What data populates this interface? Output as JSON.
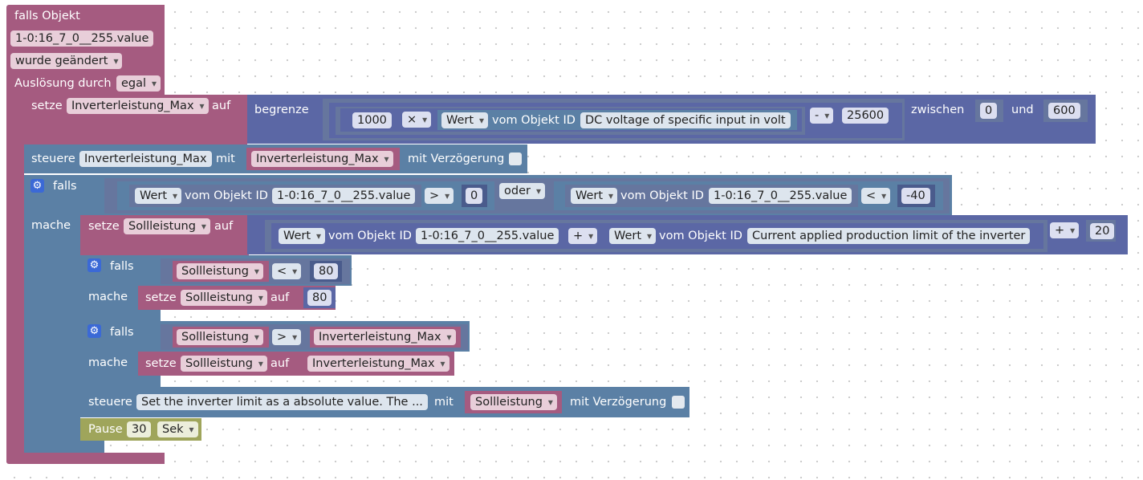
{
  "trigger": {
    "header": "falls Objekt",
    "object_id": "1-0:16_7_0__255.value",
    "event": "wurde geändert",
    "ausloesung_label": "Auslösung durch",
    "ausloesung_value": "egal"
  },
  "set_max": {
    "setze": "setze",
    "var": "Inverterleistung_Max",
    "auf": "auf",
    "begrenze": "begrenze",
    "num1000": "1000",
    "times": "×",
    "wert": "Wert",
    "vom_objekt": "vom Objekt ID",
    "dc_id": "DC voltage of specific input in volt",
    "minus": "-",
    "num25600": "25600",
    "zwischen": "zwischen",
    "low": "0",
    "und": "und",
    "high": "600"
  },
  "steuere1": {
    "label": "steuere",
    "target": "Inverterleistung_Max",
    "mit": "mit",
    "value": "Inverterleistung_Max",
    "delay": "mit Verzögerung"
  },
  "if_main": {
    "falls": "falls",
    "mache": "mache",
    "wert": "Wert",
    "vom_objekt": "vom Objekt ID",
    "id1": "1-0:16_7_0__255.value",
    "gt": ">",
    "zero": "0",
    "oder": "oder",
    "id2": "1-0:16_7_0__255.value",
    "lt": "<",
    "neg40": "-40"
  },
  "set_soll": {
    "setze": "setze",
    "var": "Sollleistung",
    "auf": "auf",
    "wert": "Wert",
    "vom_objekt": "vom Objekt ID",
    "id1": "1-0:16_7_0__255.value",
    "plus": "+",
    "id2": "Current applied production limit of the inverter",
    "plus2": "+",
    "num20": "20"
  },
  "if_min": {
    "falls": "falls",
    "mache": "mache",
    "var": "Sollleistung",
    "lt": "<",
    "num80": "80",
    "setze": "setze",
    "set_var": "Sollleistung",
    "auf": "auf",
    "set_val": "80"
  },
  "if_max": {
    "falls": "falls",
    "mache": "mache",
    "var": "Sollleistung",
    "gt": ">",
    "cmp_var": "Inverterleistung_Max",
    "setze": "setze",
    "set_var": "Sollleistung",
    "auf": "auf",
    "set_val": "Inverterleistung_Max"
  },
  "steuere2": {
    "label": "steuere",
    "target": "Set the inverter limit as a absolute value. The ...",
    "mit": "mit",
    "value": "Sollleistung",
    "delay": "mit Verzögerung"
  },
  "pause": {
    "label": "Pause",
    "value": "30",
    "unit": "Sek"
  },
  "colors": {
    "trigger": "#a55b80",
    "control": "#5b80a5",
    "math": "#5b67a5",
    "variable": "#a55b80",
    "timer": "#9fa55b"
  }
}
